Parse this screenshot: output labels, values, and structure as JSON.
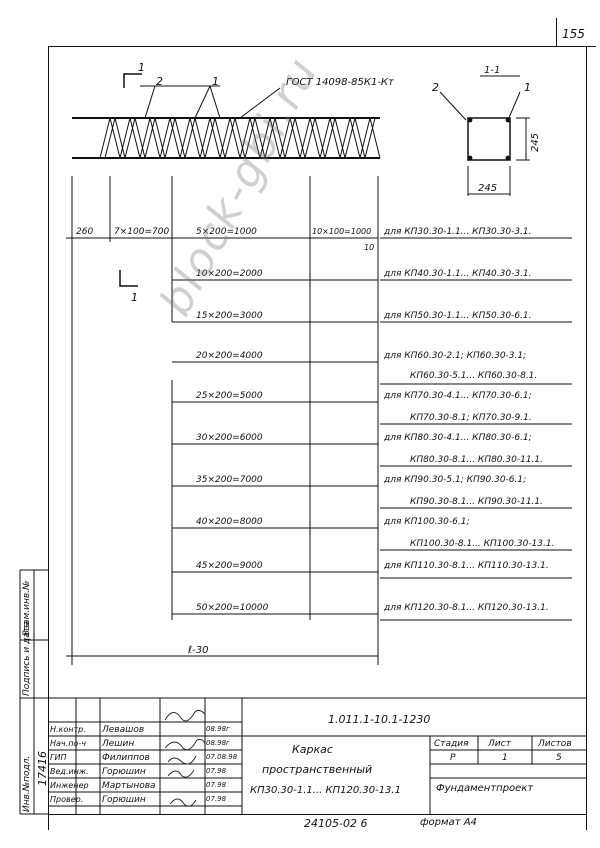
{
  "sheet_number": "155",
  "section_mark": "1",
  "section_title": "1-1",
  "gost": "ГОСТ 14098-85К1-Кт",
  "callout_1": "1",
  "callout_2": "2",
  "dim_245_v": "245",
  "dim_245_h": "245",
  "top_dims": {
    "d260": "260",
    "d7": "7×100=700",
    "d5": "5×200=1000",
    "d10": "10×100=1000",
    "d10b": "10"
  },
  "rows": [
    {
      "dim": "10×200=2000",
      "lines": [
        "для КП40.30-1.1... КП40.30-3.1."
      ]
    },
    {
      "dim": "15×200=3000",
      "lines": [
        "для КП50.30-1.1... КП50.30-6.1."
      ]
    },
    {
      "dim": "20×200=4000",
      "lines": [
        "для КП60.30-2.1; КП60.30-3.1;",
        "КП60.30-5.1... КП60.30-8.1."
      ]
    },
    {
      "dim": "25×200=5000",
      "lines": [
        "для КП70.30-4.1... КП70.30-6.1;",
        "КП70.30-8.1; КП70.30-9.1."
      ]
    },
    {
      "dim": "30×200=6000",
      "lines": [
        "для КП80.30-4.1... КП80.30-6.1;",
        "КП80.30-8.1... КП80.30-11.1."
      ]
    },
    {
      "dim": "35×200=7000",
      "lines": [
        "для КП90.30-5.1; КП90.30-6.1;",
        "КП90.30-8.1... КП90.30-11.1."
      ]
    },
    {
      "dim": "40×200=8000",
      "lines": [
        "для КП100.30-6.1;",
        "КП100.30-8.1... КП100.30-13.1."
      ]
    },
    {
      "dim": "45×200=9000",
      "lines": [
        "для КП110.30-8.1... КП110.30-13.1."
      ]
    },
    {
      "dim": "50×200=10000",
      "lines": [
        "для КП120.30-8.1... КП120.30-13.1."
      ]
    }
  ],
  "row0_note": "для КП30.30-1.1... КП30.30-3.1.",
  "total_dim": "ℓ-30",
  "watermark": "block-gbi.ru",
  "stamp": {
    "code": "1.011.1-10.1-1230",
    "roles": [
      "Н.контр.",
      "Нач.по-ч",
      "ГИП",
      "Вед.инж.",
      "Инженер",
      "Провер."
    ],
    "names": [
      "Левашов",
      "Лешин",
      "Филиппов",
      "Горюшин",
      "Мартынова",
      "Горюшин"
    ],
    "dates": [
      "08.98г",
      "08.98г",
      "07.08.98",
      "07.98",
      "07.98",
      "07.98"
    ],
    "title_lines": [
      "Каркас",
      "пространственный",
      "КП30.30-1.1... КП120.30-13.1"
    ],
    "stage_h": "Стадия",
    "sheet_h": "Лист",
    "sheets_h": "Листов",
    "stage": "Р",
    "sheet": "1",
    "sheets": "5",
    "org": "Фундаментпроект"
  },
  "side_labels": [
    "Инв.№подл.",
    "Подпись и дата",
    "Взам.инв.№"
  ],
  "inv_number": "17416",
  "footer": "24105-02  6",
  "format": "формат А4"
}
